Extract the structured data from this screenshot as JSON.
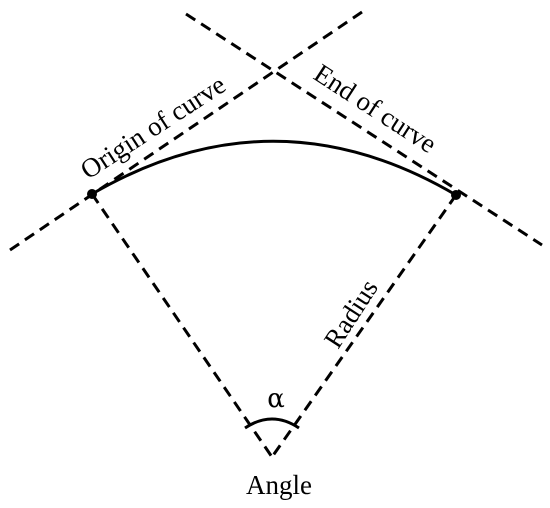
{
  "labels": {
    "origin": "Origin of curve",
    "end": "End of curve",
    "radius": "Radius",
    "alpha": "α",
    "angle": "Angle"
  }
}
